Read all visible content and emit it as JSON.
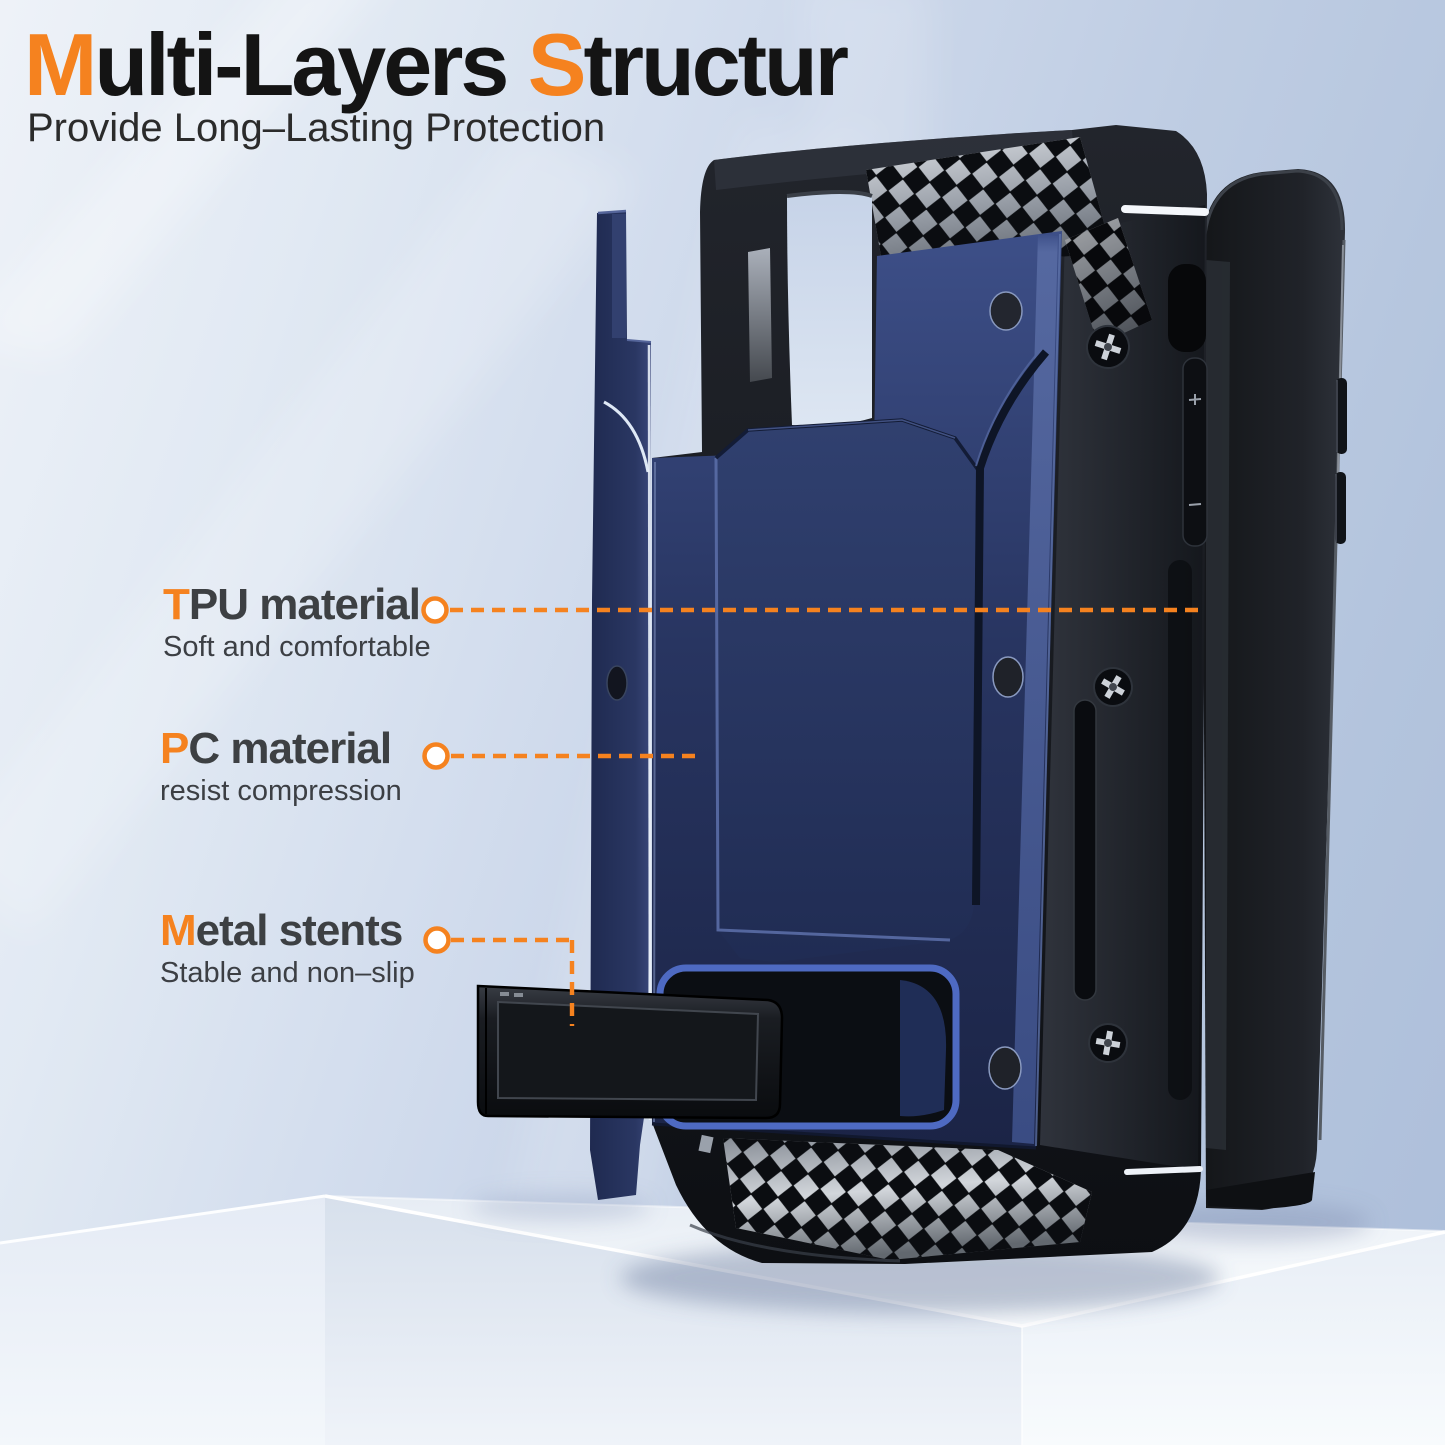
{
  "header": {
    "title_segments": [
      {
        "text": "M",
        "accent": true
      },
      {
        "text": "ulti-Layers ",
        "accent": false
      },
      {
        "text": "S",
        "accent": true
      },
      {
        "text": "tructur",
        "accent": false
      }
    ],
    "subtitle": "Provide Long–Lasting Protection"
  },
  "callouts": [
    {
      "initial": "T",
      "rest": "PU material",
      "description": "Soft and comfortable"
    },
    {
      "initial": "P",
      "rest": "C material",
      "description": "resist compression"
    },
    {
      "initial": "M",
      "rest": "etal stents",
      "description": "Stable and non–slip"
    }
  ],
  "colors": {
    "accent_orange": "#F5821F",
    "title_text": "#141414",
    "label_text": "#3D4043",
    "subtitle_text": "#2B2B2B",
    "background_left": "#E9EEF6",
    "background_right": "#AEBFDA",
    "case_blue": "#2B3A68",
    "case_blue_highlight": "#46598F",
    "case_black": "#14171C",
    "kickstand_slot_blue": "#4E6AC2",
    "mesh_silver": "#B9BEC6",
    "pedestal_white": "#EEF3F9"
  }
}
